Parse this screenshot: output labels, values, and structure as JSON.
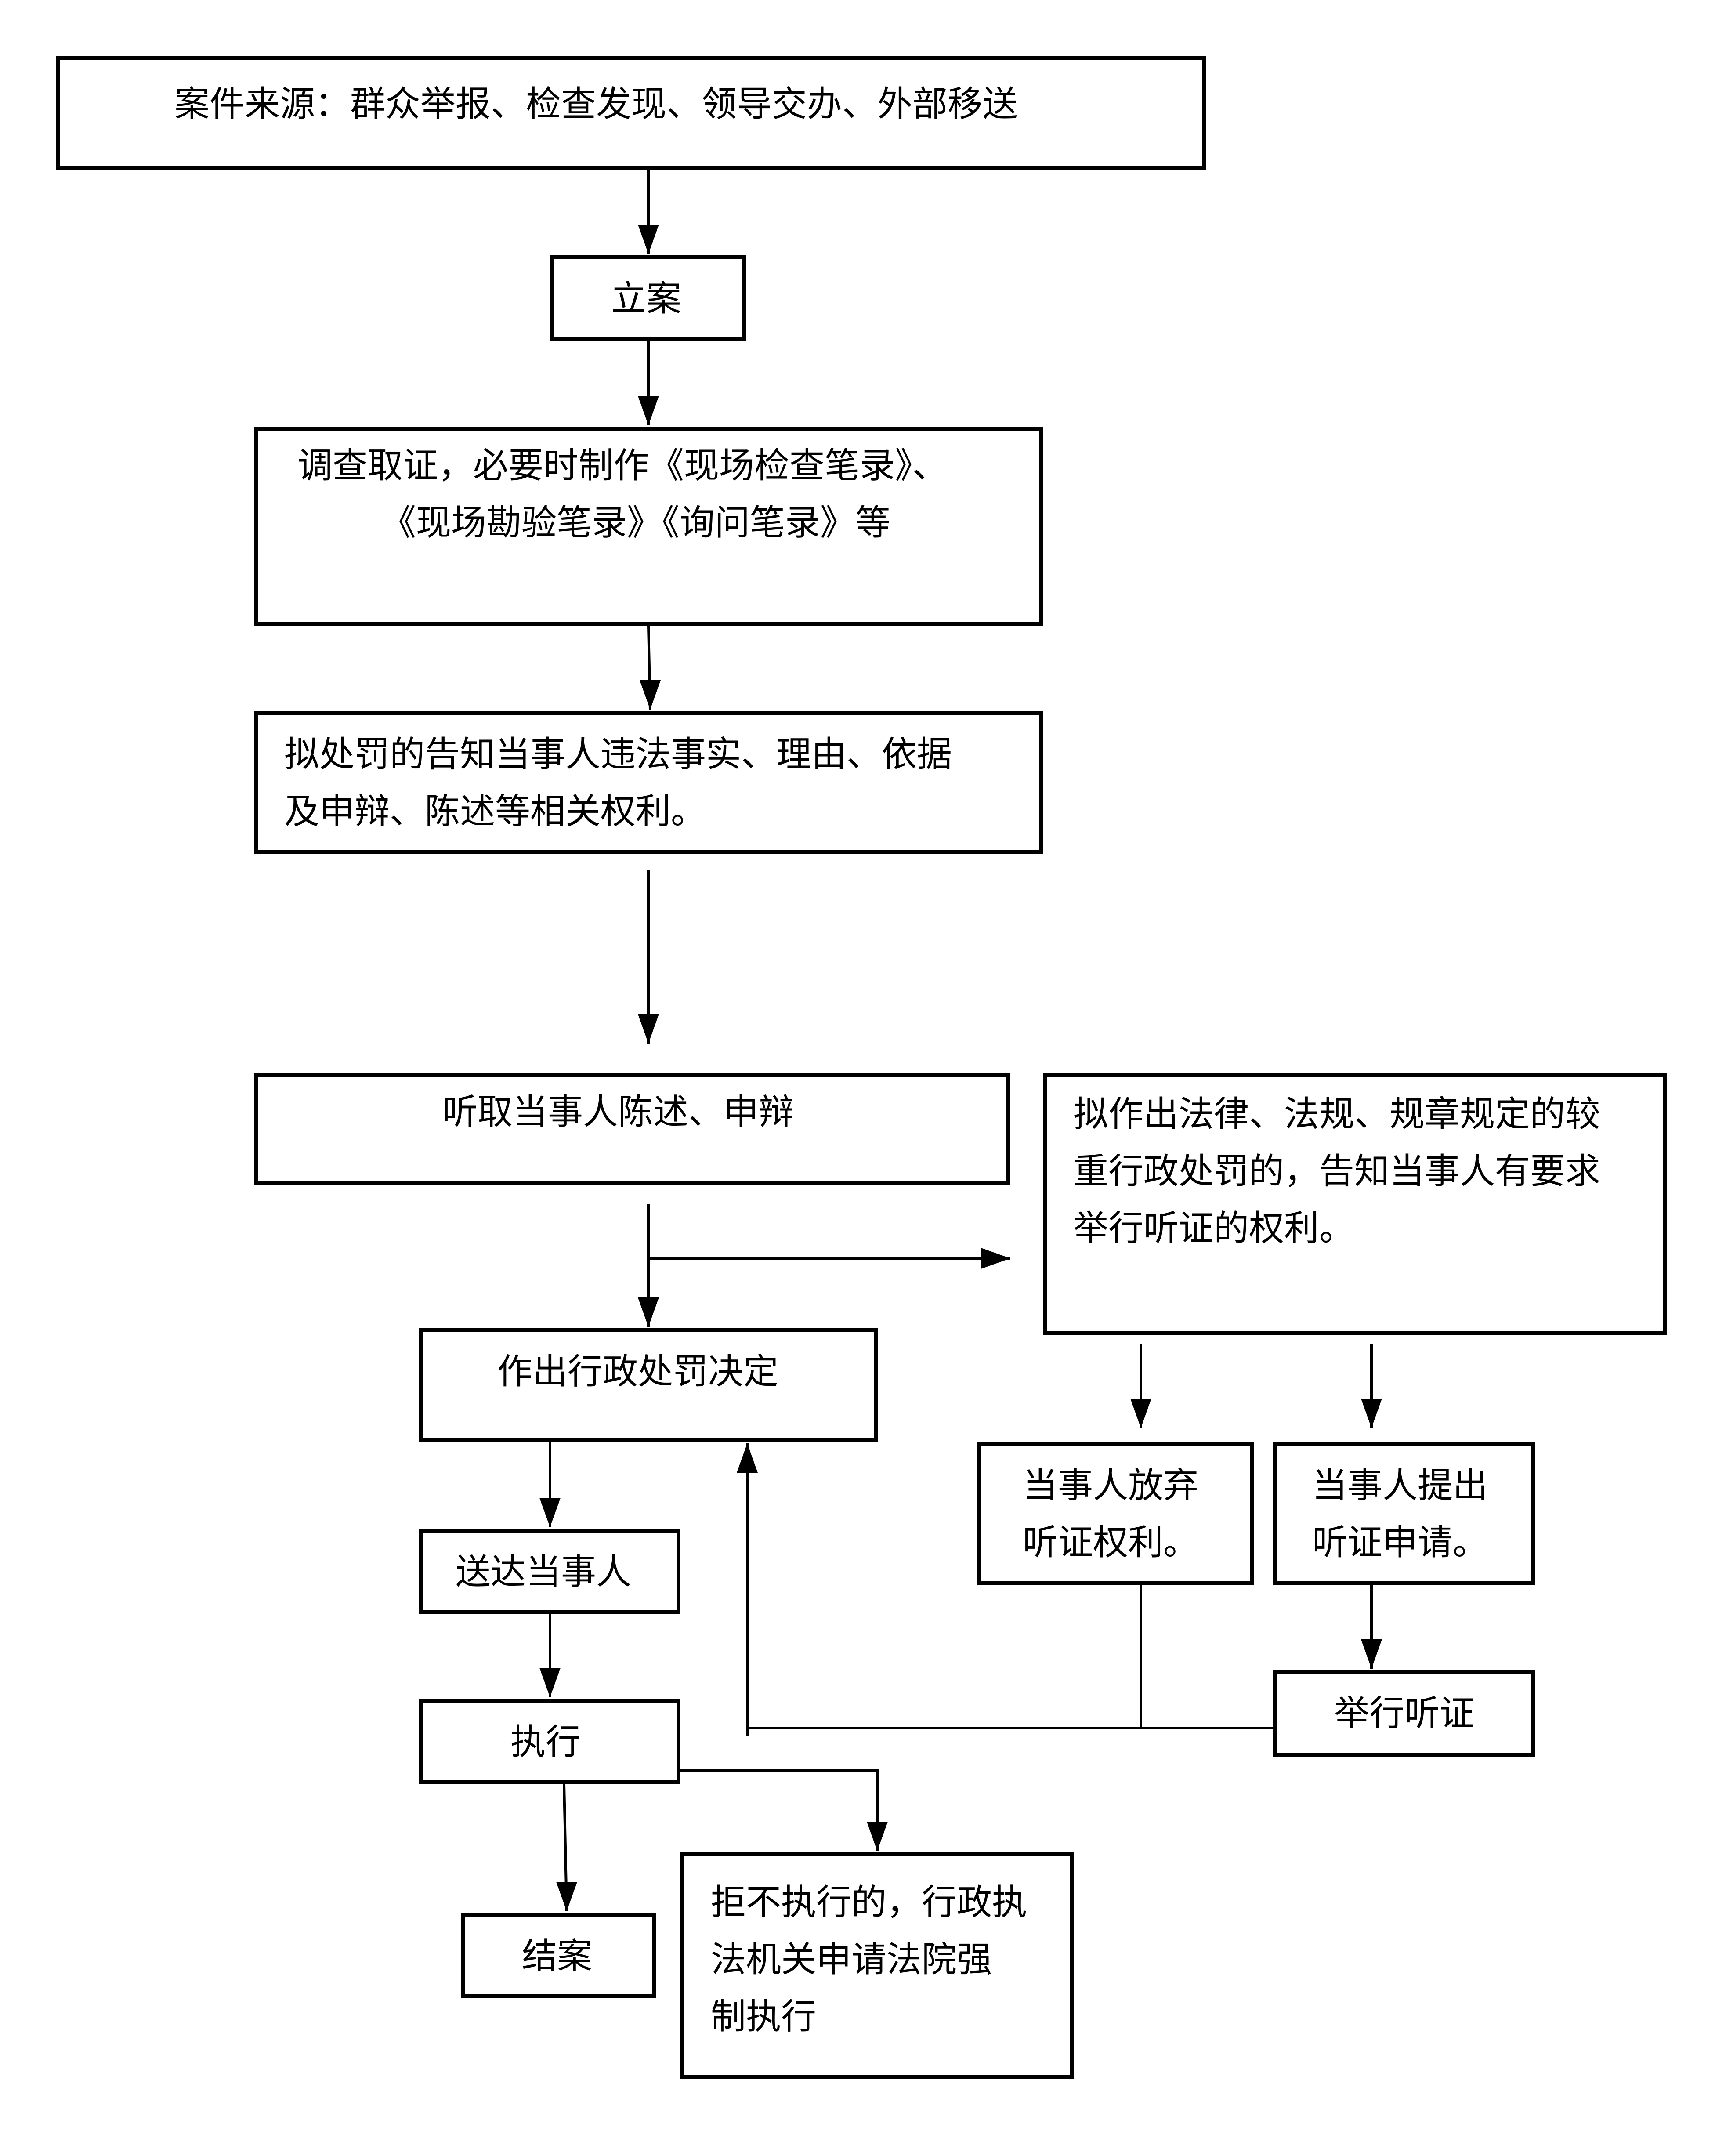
{
  "diagram": {
    "type": "flowchart",
    "colors": {
      "stroke": "#000000",
      "background": "#ffffff",
      "text": "#000000"
    },
    "nodes": {
      "source": {
        "text": "案件来源：群众举报、检查发现、领导交办、外部移送"
      },
      "file_case": {
        "text": "立案"
      },
      "investigate": {
        "line1": "调查取证，必要时制作《现场检查笔录》、",
        "line2": "《现场勘验笔录》《询问笔录》等"
      },
      "notify": {
        "line1": "拟处罚的告知当事人违法事实、理由、依据",
        "line2": "及申辩、陈述等相关权利。"
      },
      "hear_statement": {
        "text": "听取当事人陈述、申辩"
      },
      "hearing_notice": {
        "line1": "拟作出法律、法规、规章规定的较",
        "line2": "重行政处罚的，告知当事人有要求",
        "line3": "举行听证的权利。"
      },
      "decision": {
        "text": "作出行政处罚决定"
      },
      "waive": {
        "line1": "当事人放弃",
        "line2": "听证权利。"
      },
      "apply": {
        "line1": "当事人提出",
        "line2": "听证申请。"
      },
      "deliver": {
        "text": "送达当事人"
      },
      "hold_hearing": {
        "text": "举行听证"
      },
      "execute": {
        "text": "执行"
      },
      "close_case": {
        "text": "结案"
      },
      "enforce": {
        "line1": "拒不执行的，行政执",
        "line2": "法机关申请法院强",
        "line3": "制执行"
      }
    },
    "edges": [
      {
        "from": "source",
        "to": "file_case"
      },
      {
        "from": "file_case",
        "to": "investigate"
      },
      {
        "from": "investigate",
        "to": "notify"
      },
      {
        "from": "notify",
        "to": "hear_statement"
      },
      {
        "from": "hear_statement",
        "to": "decision"
      },
      {
        "from": "hear_statement",
        "to": "hearing_notice"
      },
      {
        "from": "hearing_notice",
        "to": "waive"
      },
      {
        "from": "hearing_notice",
        "to": "apply"
      },
      {
        "from": "apply",
        "to": "hold_hearing"
      },
      {
        "from": "waive",
        "to": "decision"
      },
      {
        "from": "hold_hearing",
        "to": "decision"
      },
      {
        "from": "decision",
        "to": "deliver"
      },
      {
        "from": "deliver",
        "to": "execute"
      },
      {
        "from": "execute",
        "to": "close_case"
      },
      {
        "from": "execute",
        "to": "enforce"
      }
    ]
  }
}
